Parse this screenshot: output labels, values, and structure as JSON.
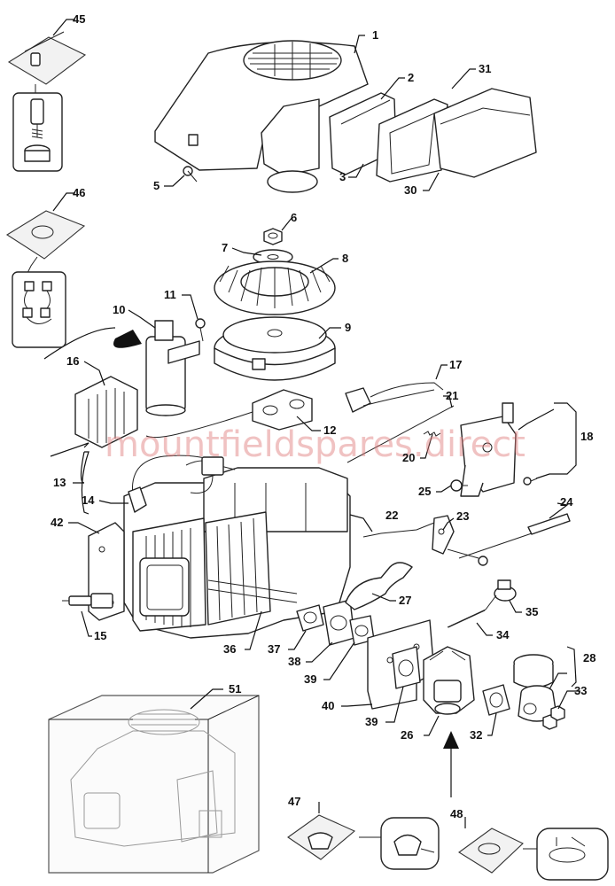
{
  "watermark": "mountfieldspares.direct",
  "callouts": [
    "1",
    "2",
    "3",
    "5",
    "6",
    "7",
    "8",
    "9",
    "10",
    "11",
    "12",
    "13",
    "14",
    "15",
    "16",
    "17",
    "18",
    "20",
    "21",
    "22",
    "23",
    "24",
    "25",
    "26",
    "27",
    "28",
    "30",
    "31",
    "32",
    "33",
    "34",
    "35",
    "36",
    "37",
    "38",
    "39",
    "40",
    "42",
    "45",
    "46",
    "47",
    "48",
    "51"
  ],
  "labels": {
    "c1": "1",
    "c2": "2",
    "c3": "3",
    "c5": "5",
    "c6": "6",
    "c7": "7",
    "c8": "8",
    "c9": "9",
    "c10": "10",
    "c11": "11",
    "c12": "12",
    "c13": "13",
    "c14": "14",
    "c15": "15",
    "c16": "16",
    "c17": "17",
    "c18": "18",
    "c20": "20",
    "c21": "21",
    "c22": "22",
    "c23": "23",
    "c24": "24",
    "c25": "25",
    "c26": "26",
    "c27": "27",
    "c28": "28",
    "c30": "30",
    "c31": "31",
    "c32": "32",
    "c33": "33",
    "c34": "34",
    "c35": "35",
    "c36": "36",
    "c37": "37",
    "c38": "38",
    "c39a": "39",
    "c39b": "39",
    "c40": "40",
    "c42": "42",
    "c45": "45",
    "c46": "46",
    "c47": "47",
    "c48": "48",
    "c51": "51"
  }
}
